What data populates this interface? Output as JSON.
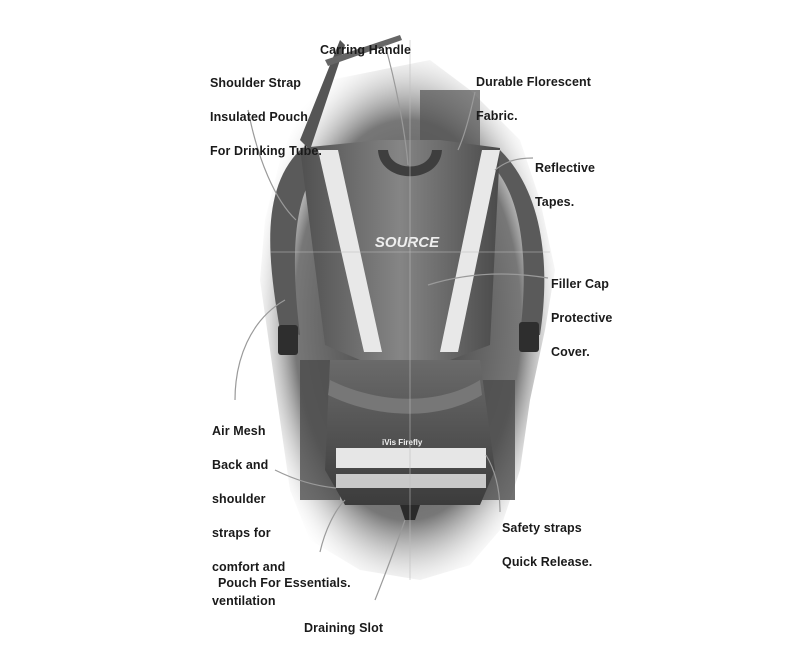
{
  "labels": {
    "carrying_handle": [
      "Carring Handle"
    ],
    "shoulder_pouch": [
      "Shoulder Strap",
      "Insulated Pouch",
      "For Drinking Tube."
    ],
    "durable_fabric": [
      "Durable Florescent",
      "Fabric."
    ],
    "reflective_tapes": [
      "Reflective",
      "Tapes."
    ],
    "filler_cap": [
      "Filler Cap",
      "Protective",
      "Cover."
    ],
    "air_mesh": [
      "Air Mesh",
      "Back and",
      "shoulder",
      "straps for",
      "comfort and",
      "ventilation"
    ],
    "safety_straps": [
      "Safety straps",
      "Quick Release."
    ],
    "pouch_essentials": [
      "Pouch For Essentials."
    ],
    "draining_slot": [
      "Draining Slot"
    ]
  },
  "product": {
    "brand_logo": "SOURCE",
    "tag_text": "iVis Firefly"
  },
  "colors": {
    "label_text": "#1a1a1a",
    "leader_line": "#9a9a9a",
    "vest_fabric": "#6e6e6e",
    "reflective_tape": "#e6e6e6",
    "background_scene": "#3a3a3a"
  }
}
